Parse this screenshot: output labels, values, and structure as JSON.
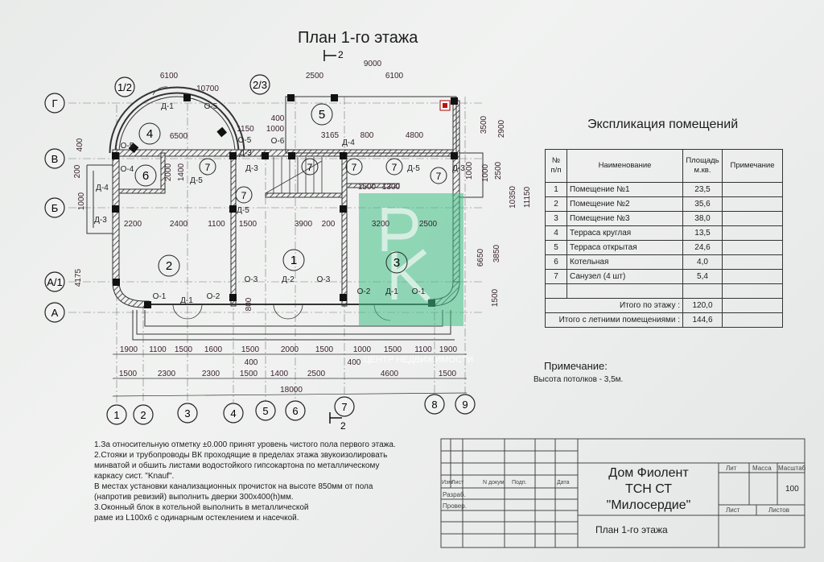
{
  "document": {
    "title": "План 1-го этажа",
    "section_mark": "2"
  },
  "plan": {
    "axes_bottom": [
      "1",
      "2",
      "3",
      "4",
      "5",
      "6",
      "7",
      "8",
      "9"
    ],
    "axes_left": [
      "Г",
      "В",
      "Б",
      "А/1",
      "А"
    ],
    "axes_top": [
      "1/2",
      "2/3"
    ],
    "rooms": [
      "4",
      "5",
      "6",
      "7",
      "7",
      "7",
      "7",
      "7",
      "7",
      "2",
      "1",
      "3"
    ],
    "openings": [
      "Д-1",
      "О-5",
      "О-5",
      "О-5",
      "О-6",
      "Д-3",
      "Д-4",
      "Д-5",
      "Д-5",
      "Д-5",
      "Д-3",
      "О-4",
      "Д-4",
      "Д-3",
      "О-1",
      "Д-1",
      "О-2",
      "О-3",
      "Д-2",
      "О-3",
      "О-2",
      "Д-1",
      "О-1",
      "Д-3"
    ],
    "dims_top": [
      "9000",
      "2500",
      "6100",
      "6100",
      "10700",
      "6500",
      "1150",
      "1000",
      "400",
      "3165",
      "800",
      "4800",
      "1500",
      "1300",
      "2000",
      "1400"
    ],
    "dims_mid": [
      "2200",
      "2400",
      "1100",
      "1500",
      "3900",
      "200",
      "3200",
      "2500",
      "4175",
      "400",
      "200",
      "1000",
      "1000",
      "800"
    ],
    "dims_bottom_1": [
      "1900",
      "1100",
      "1500",
      "1600",
      "1500",
      "2000",
      "1500",
      "1000",
      "1500",
      "1100",
      "1900"
    ],
    "dims_bottom_2": [
      "1500",
      "2300",
      "2300",
      "1500",
      "1400",
      "2500",
      "4600",
      "1500"
    ],
    "dims_400": [
      "400",
      "400"
    ],
    "dims_total": "18000",
    "dims_right": [
      "3500",
      "2900",
      "2500",
      "1000",
      "10350",
      "11150",
      "6650",
      "3850",
      "1500"
    ]
  },
  "watermark": {
    "letters": "РК",
    "text": "ЦЕНТР НЕДВИЖИМОСТИ",
    "color": "#3fbf85"
  },
  "explication": {
    "title": "Экспликация помещений",
    "headers": [
      "№ п/п",
      "Наименование",
      "Площадь м.кв.",
      "Примечание"
    ],
    "rows": [
      {
        "n": "1",
        "name": "Помещение №1",
        "area": "23,5"
      },
      {
        "n": "2",
        "name": "Помещение №2",
        "area": "35,6"
      },
      {
        "n": "3",
        "name": "Помещение №3",
        "area": "38,0"
      },
      {
        "n": "4",
        "name": "Терраса круглая",
        "area": "13,5"
      },
      {
        "n": "5",
        "name": "Терраса открытая",
        "area": "24,6"
      },
      {
        "n": "6",
        "name": "Котельная",
        "area": "4,0"
      },
      {
        "n": "7",
        "name": "Санузел (4 шт)",
        "area": "5,4"
      }
    ],
    "total_floor_label": "Итого по этажу :",
    "total_floor": "120,0",
    "total_summer_label": "Итого с летними помещениями :",
    "total_summer": "144,6"
  },
  "remark": {
    "heading": "Примечание:",
    "text": "Высота потолков - 3,5м."
  },
  "notes": [
    "1.За относительную отметку ±0.000 принят уровень чистого пола первого этажа.",
    "2.Стояки и трубопроводы ВК проходящие в пределах этажа звукоизолировать",
    "минватой и обшить листами водостойкого гипсокартона по металлическому",
    "каркасу сист. \"Knauf\".",
    "В местах установки канализационных прочисток на высоте 850мм от пола",
    "(напротив ревизий) выполнить дверки 300x400(h)мм.",
    "3.Оконный блок  в котельной выполнить в металлической",
    "раме из L100x6 с одинарным остеклением и насечкой."
  ],
  "title_block": {
    "cols": [
      "Изм",
      "Лист",
      "N докум",
      "Подп.",
      "Дата"
    ],
    "developed": "Разраб.",
    "checked": "Провер.",
    "project_lines": [
      "Дом Фиолент",
      "ТСН СТ",
      "\"Милосердие\""
    ],
    "sheet_name": "План 1-го этажа",
    "lit": "Лит",
    "mass": "Масса",
    "scale_label": "Масштаб",
    "scale": "100",
    "sheet": "Лист",
    "sheets": "Листов"
  }
}
